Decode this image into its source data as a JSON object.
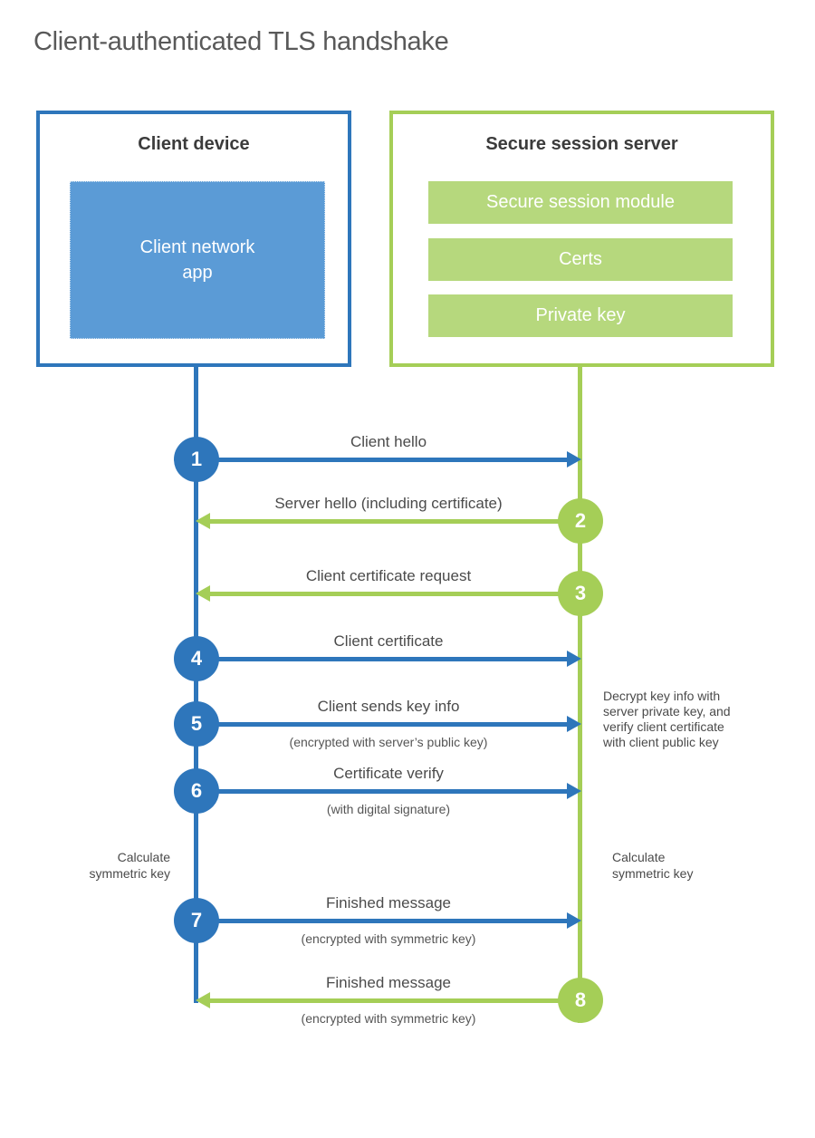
{
  "title": "Client-authenticated TLS handshake",
  "colors": {
    "blue": "#2e76bb",
    "blue_fill": "#5b9bd6",
    "green": "#a5ce57",
    "green_fill": "#b6d87d",
    "heading_text": "#3b3b3b",
    "label_text": "#4b4b4b",
    "title_text": "#595959"
  },
  "client": {
    "title": "Client device",
    "app_label": "Client network\napp"
  },
  "server": {
    "title": "Secure session server",
    "modules": [
      "Secure session module",
      "Certs",
      "Private key"
    ]
  },
  "messages": [
    {
      "num": "1",
      "from": "client",
      "label": "Client hello",
      "sublabel": ""
    },
    {
      "num": "2",
      "from": "server",
      "label": "Server hello (including certificate)",
      "sublabel": ""
    },
    {
      "num": "3",
      "from": "server",
      "label": "Client certificate request",
      "sublabel": ""
    },
    {
      "num": "4",
      "from": "client",
      "label": "Client certificate",
      "sublabel": ""
    },
    {
      "num": "5",
      "from": "client",
      "label": "Client sends key info",
      "sublabel": "(encrypted with server’s public key)"
    },
    {
      "num": "6",
      "from": "client",
      "label": "Certificate verify",
      "sublabel": "(with digital signature)"
    },
    {
      "num": "7",
      "from": "client",
      "label": "Finished message",
      "sublabel": "(encrypted with symmetric key)"
    },
    {
      "num": "8",
      "from": "server",
      "label": "Finished message",
      "sublabel": "(encrypted with symmetric key)"
    }
  ],
  "notes": {
    "decrypt": "Decrypt key info with server private key, and verify client certificate with client public key",
    "calc_left": "Calculate\nsymmetric key",
    "calc_right": "Calculate\nsymmetric key"
  }
}
